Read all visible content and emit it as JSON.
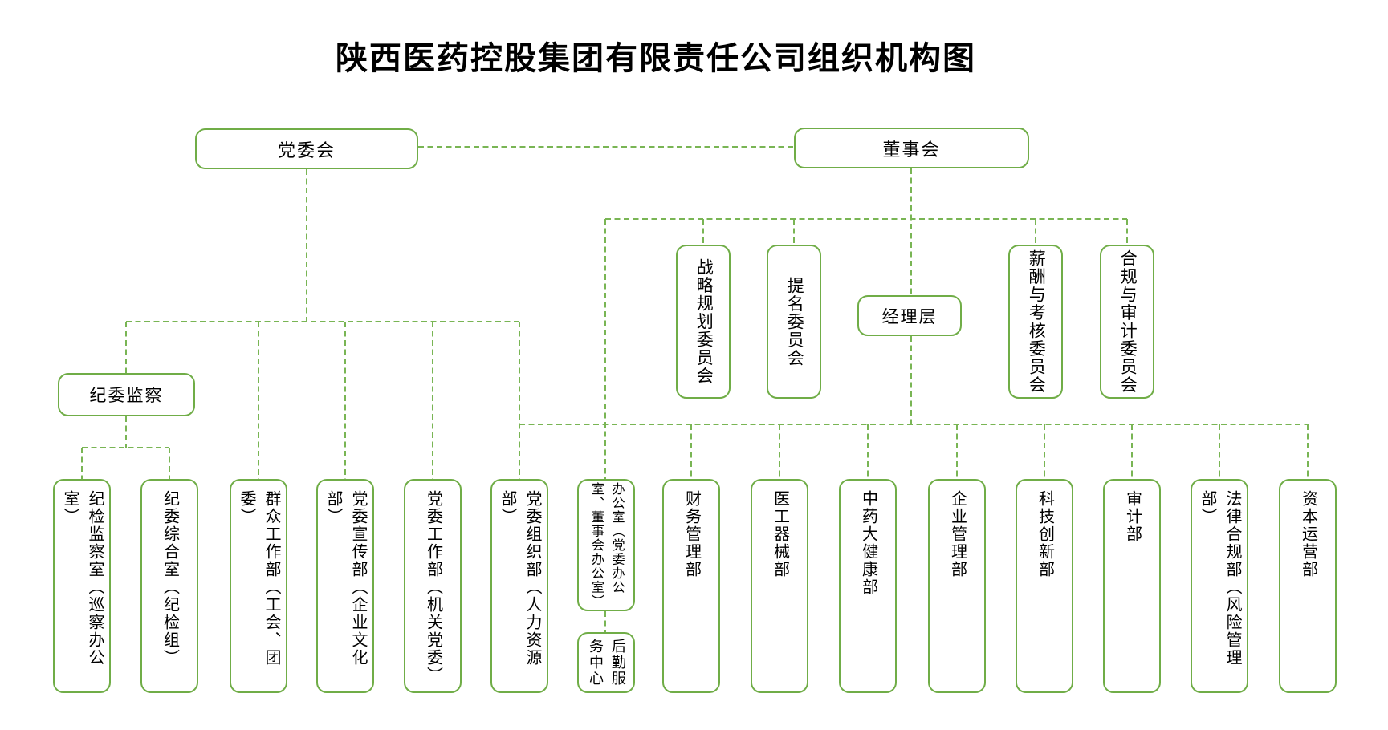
{
  "title": "陕西医药控股集团有限责任公司组织机构图",
  "colors": {
    "box_border": "#70ad47",
    "connector_line": "#79b554",
    "text": "#000000",
    "background": "#ffffff"
  },
  "nodes": {
    "party_committee": "党委会",
    "board_of_directors": "董事会",
    "discipline_supervision": "纪委监察",
    "management_team": "经理层",
    "committee_strategy": "战略规划委员会",
    "committee_nomination": "提名委员会",
    "committee_compensation": "薪酬与考核委员会",
    "committee_compliance_audit": "合规与审计委员会",
    "office_discipline_inspection": "纪检监察室（巡察办公室）",
    "office_discipline_general": "纪委综合室（纪检组）",
    "dept_mass_work": "群众工作部（工会、团委）",
    "dept_publicity": "党委宣传部（企业文化部）",
    "dept_party_work": "党委工作部（机关党委）",
    "dept_organization": "党委组织部（人力资源部）",
    "general_office": "办公室（党委办公室、董事会办公室）",
    "dept_finance": "财务管理部",
    "dept_medical_devices": "医工器械部",
    "dept_tcm_health": "中药大健康部",
    "dept_enterprise_mgmt": "企业管理部",
    "dept_tech_innovation": "科技创新部",
    "dept_audit": "审计部",
    "dept_legal_compliance": "法律合规部（风险管理部）",
    "dept_capital_operation": "资本运营部",
    "logistics_center": "后勤服务中心"
  }
}
